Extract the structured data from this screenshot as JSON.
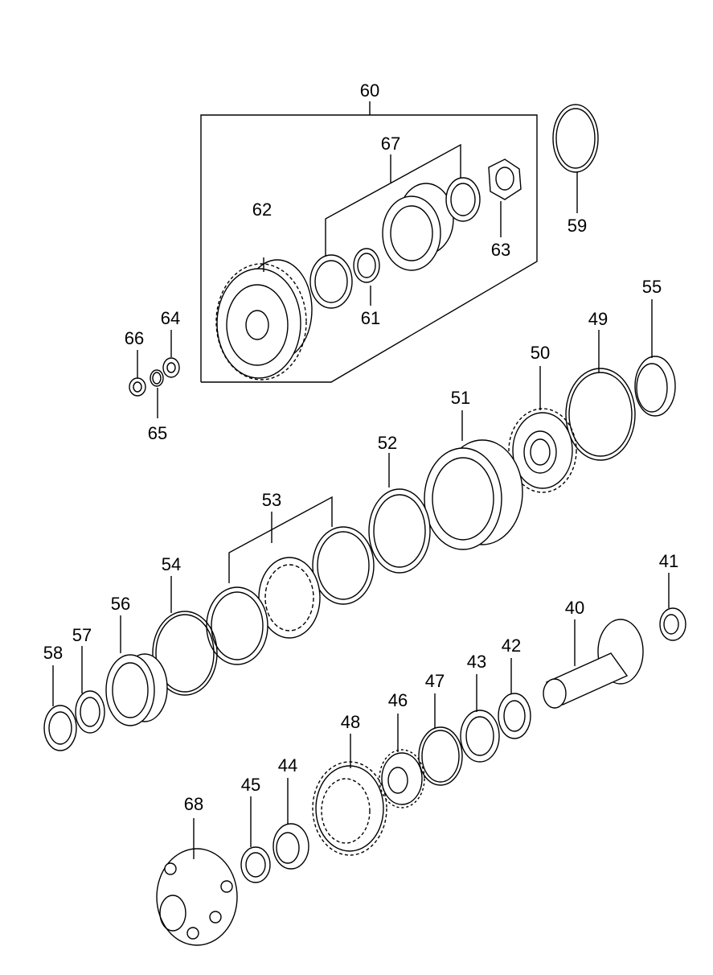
{
  "labels": {
    "p40": "40",
    "p41": "41",
    "p42": "42",
    "p43": "43",
    "p44": "44",
    "p45": "45",
    "p46": "46",
    "p47": "47",
    "p48": "48",
    "p49": "49",
    "p50": "50",
    "p51": "51",
    "p52": "52",
    "p53": "53",
    "p54": "54",
    "p55": "55",
    "p56": "56",
    "p57": "57",
    "p58": "58",
    "p59": "59",
    "p60": "60",
    "p61": "61",
    "p62": "62",
    "p63": "63",
    "p64": "64",
    "p65": "65",
    "p66": "66",
    "p67": "67",
    "p68": "68"
  }
}
